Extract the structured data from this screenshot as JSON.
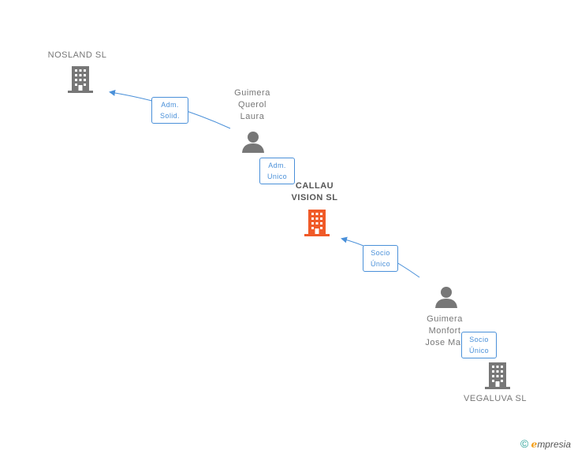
{
  "nodes": {
    "nosland": {
      "name": "NOSLAND SL",
      "type": "company"
    },
    "guimera_querol": {
      "name_lines": [
        "Guimera",
        "Querol",
        "Laura"
      ],
      "type": "person"
    },
    "callau": {
      "name_lines": [
        "CALLAU",
        "VISION SL"
      ],
      "type": "company",
      "main": true
    },
    "guimera_monfort": {
      "name_lines": [
        "Guimera",
        "Monfort",
        "Jose Mar"
      ],
      "type": "person"
    },
    "vegaluva": {
      "name": "VEGALUVA SL",
      "type": "company"
    }
  },
  "relations": [
    {
      "lines": [
        "Adm.",
        "Solid."
      ]
    },
    {
      "lines": [
        "Adm.",
        "Unico"
      ]
    },
    {
      "lines": [
        "Socio",
        "Único"
      ]
    },
    {
      "lines": [
        "Socio",
        "Único"
      ]
    }
  ],
  "colors": {
    "edge": "#4a90d9",
    "company": "#777777",
    "main_company": "#f05a28",
    "person": "#777777"
  },
  "brand": {
    "copyright": "©",
    "e": "e",
    "rest": "mpresia"
  }
}
